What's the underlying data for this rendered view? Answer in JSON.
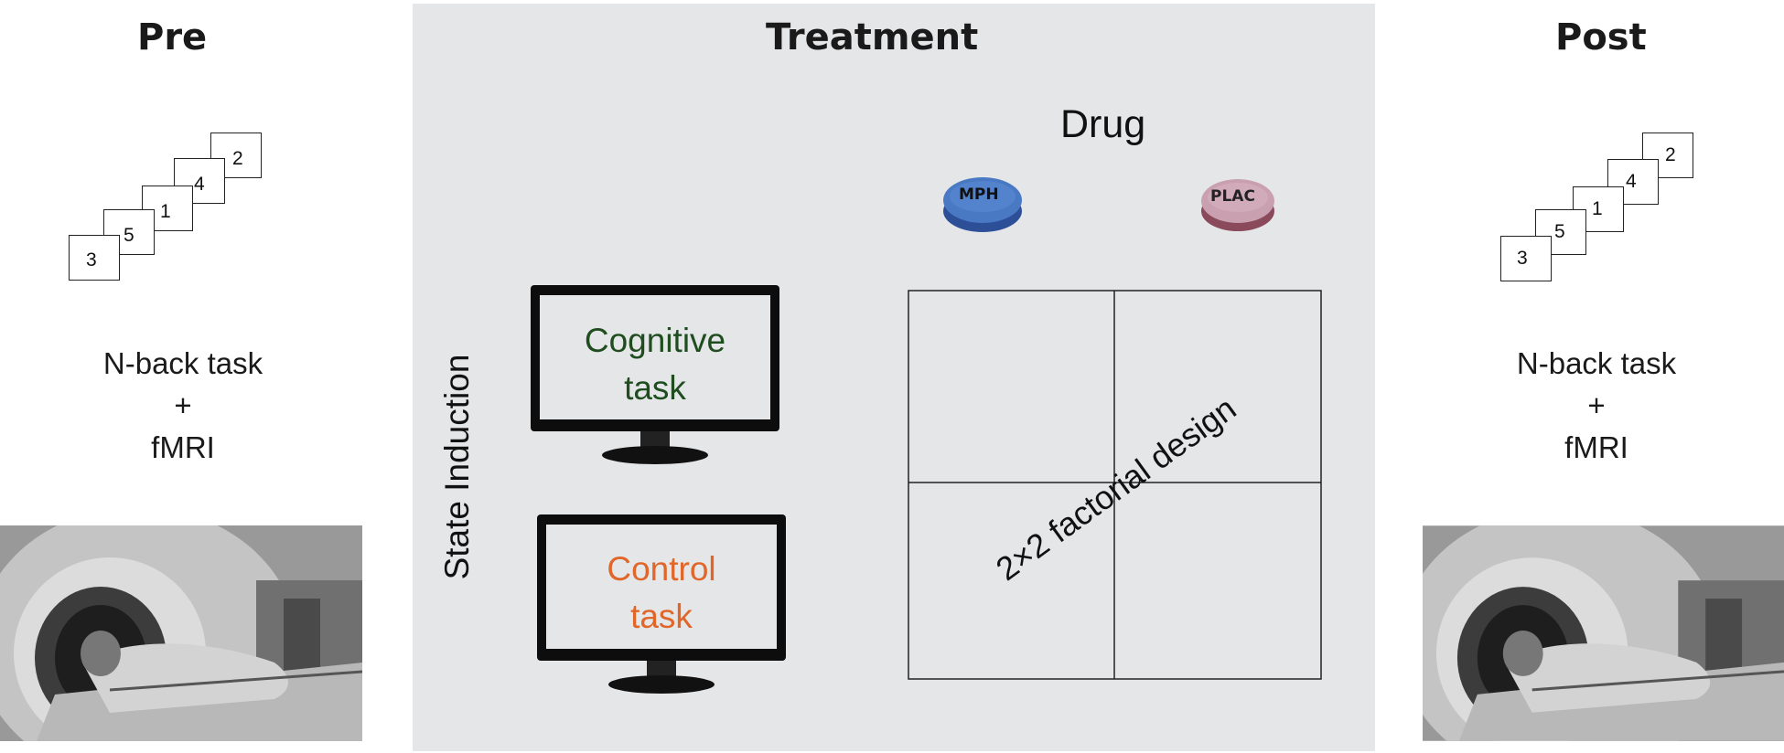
{
  "pre": {
    "heading": "Pre",
    "cards": [
      "2",
      "4",
      "1",
      "5",
      "3"
    ],
    "task_line": "N-back task",
    "plus": "+",
    "scan_line": "fMRI"
  },
  "treatment": {
    "heading": "Treatment",
    "drug_label": "Drug",
    "pills": [
      {
        "label": "MPH",
        "color": "#4a79c4"
      },
      {
        "label": "PLAC",
        "color": "#c9a0b0"
      }
    ],
    "state_label": "State Induction",
    "monitors": [
      {
        "line1": "Cognitive",
        "line2": "task",
        "color": "#1f4d1f"
      },
      {
        "line1": "Control",
        "line2": "task",
        "color": "#e0662a"
      }
    ],
    "grid_label": "2×2 factorial design"
  },
  "post": {
    "heading": "Post",
    "cards": [
      "2",
      "4",
      "1",
      "5",
      "3"
    ],
    "task_line": "N-back task",
    "plus": "+",
    "scan_line": "fMRI"
  }
}
